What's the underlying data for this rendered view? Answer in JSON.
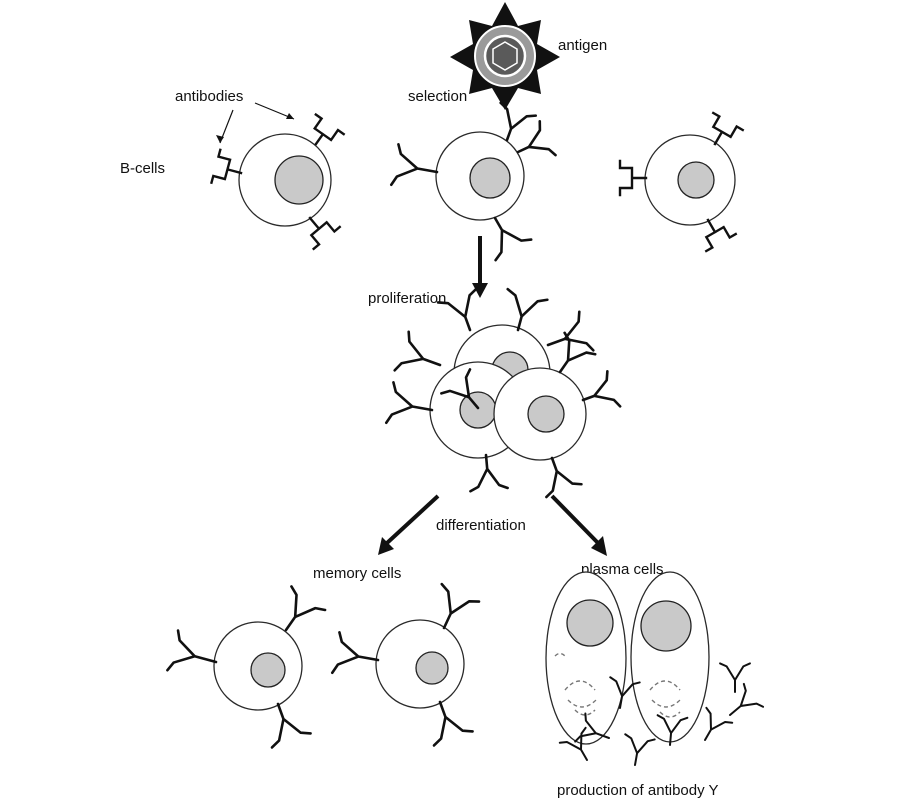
{
  "labels": {
    "antigen": "antigen",
    "antibodies": "antibodies",
    "selection": "selection",
    "b_cells": "B-cells",
    "proliferation": "proliferation",
    "differentiation": "differentiation",
    "memory_cells": "memory cells",
    "plasma_cells": "plasma cells",
    "production": "production of antibody Y"
  }
}
